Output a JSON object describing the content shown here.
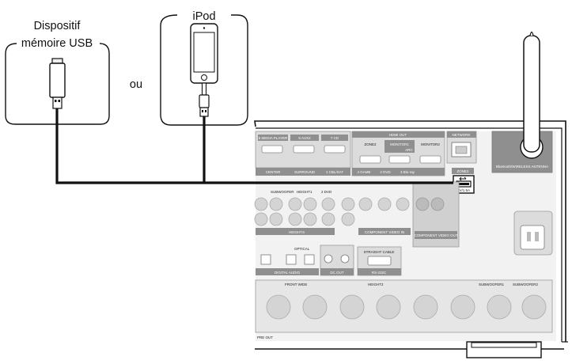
{
  "devices": {
    "usb_label_line1": "Dispositif",
    "usb_label_line2": "mémoire USB",
    "ipod_label": "iPod",
    "or_label": "ou"
  },
  "panel": {
    "hdmi_out": "HDMI OUT",
    "network": "NETWORK",
    "monitor1": "MONITOR1",
    "monitor2": "MONITOR2",
    "arc": "ARC",
    "zone2": "ZONE2",
    "media_player": "6 MEDIA PLAYER",
    "aux2": "5 AUX2",
    "cd": "7 CD",
    "center": "CENTER",
    "surround": "SURROUND",
    "cbl_sat": "1 CBL/SAT",
    "game": "4 GAME",
    "dvd": "2 DVD",
    "bluray": "3 Blu-ray",
    "subwoofer": "SUBWOOFER",
    "height1": "HEIGHT1",
    "heights": "HEIGHTS",
    "dvd_in": "2 DVD",
    "component_video_in": "COMPONENT VIDEO IN",
    "component_video_out": "COMPONENT VIDEO OUT",
    "dc_out": "DC OUT",
    "straight_cable": "STRAIGHT CABLE",
    "rs232c": "RS-232C",
    "optical": "OPTICAL",
    "digital_audio": "DIGITAL AUDIO",
    "front_wide": "FRONT WIDE",
    "height2": "HEIGHT2",
    "subwoofer1": "SUBWOOFER1",
    "subwoofer2": "SUBWOOFER2",
    "pre_out": "PRE OUT",
    "ac_in": "AC IN",
    "antenna": "Bluetooth/WIRELESS ANTENNA",
    "usb_port": "5V/1.5A"
  },
  "colors": {
    "cable": "#111111",
    "outline": "#111111",
    "panel_fill": "#e6e6e6",
    "jack_fill": "#d4d4d4",
    "dark_block": "#8f8f8f"
  }
}
